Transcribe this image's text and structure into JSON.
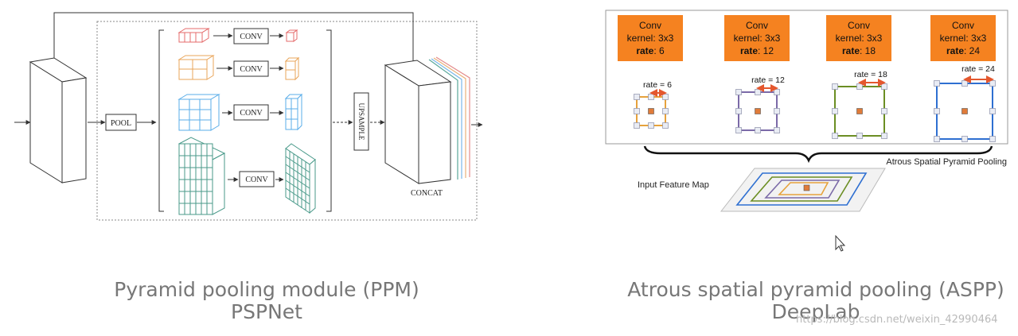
{
  "ppm": {
    "pool_label": "POOL",
    "conv_label": "CONV",
    "upsample_label": "UPSAMPLE",
    "concat_label": "CONCAT"
  },
  "aspp": {
    "branches": [
      {
        "title": "Conv",
        "kernel_label": "kernel",
        "kernel_value": ": 3x3",
        "rate_label": "rate",
        "rate_value": ": 6",
        "rate_text": "rate = 6"
      },
      {
        "title": "Conv",
        "kernel_label": "kernel",
        "kernel_value": ": 3x3",
        "rate_label": "rate",
        "rate_value": ": 12",
        "rate_text": "rate = 12"
      },
      {
        "title": "Conv",
        "kernel_label": "kernel",
        "kernel_value": ": 3x3",
        "rate_label": "rate",
        "rate_value": ": 18",
        "rate_text": "rate = 18"
      },
      {
        "title": "Conv",
        "kernel_label": "kernel",
        "kernel_value": ": 3x3",
        "rate_label": "rate",
        "rate_value": ": 24",
        "rate_text": "rate = 24"
      }
    ],
    "aspp_label": "Atrous Spatial Pyramid Pooling",
    "input_label": "Input Feature Map",
    "colors": {
      "conv_box": "#f58220",
      "rate_arrow": "#e4572e",
      "center": "#e07b39",
      "kernel_colors": [
        "#e6a23c",
        "#7b6aa8",
        "#6b8e23",
        "#2e6fd1"
      ]
    }
  },
  "captions": {
    "left_line1": "Pyramid pooling module (PPM)",
    "left_line2": "PSPNet",
    "right_line1": "Atrous spatial pyramid pooling (ASPP)",
    "right_line2": "DeepLab"
  },
  "watermark": "https://blog.csdn.net/weixin_42990464"
}
